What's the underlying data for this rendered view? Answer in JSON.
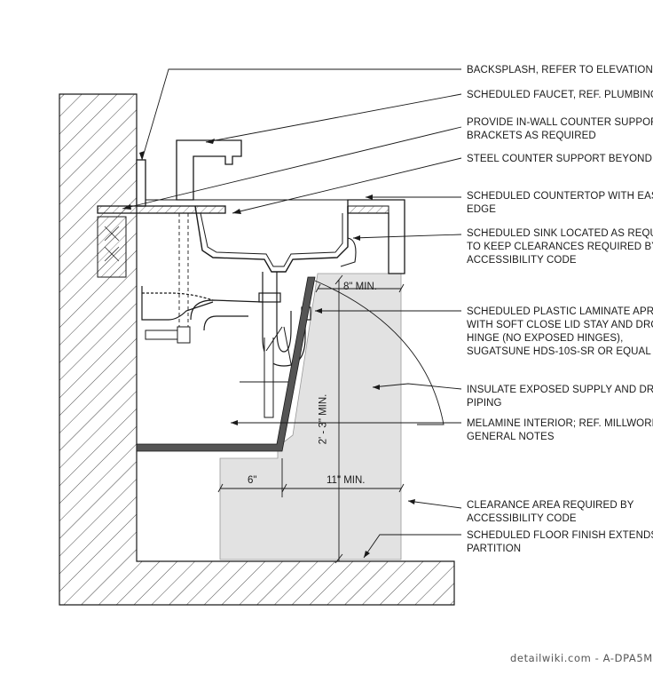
{
  "notes": [
    {
      "text": "BACKSPLASH, REFER TO ELEVATION"
    },
    {
      "text": "SCHEDULED FAUCET, REF. PLUMBING"
    },
    {
      "text": "PROVIDE IN-WALL COUNTER SUPPORT\nBRACKETS AS REQUIRED"
    },
    {
      "text": "STEEL COUNTER SUPPORT BEYOND SINK"
    },
    {
      "text": "SCHEDULED COUNTERTOP WITH EASED\nEDGE"
    },
    {
      "text": "SCHEDULED SINK LOCATED AS REQUIRED\nTO KEEP CLEARANCES REQUIRED BY\nACCESSIBILITY CODE"
    },
    {
      "text": "SCHEDULED PLASTIC LAMINATE APRON\nWITH SOFT CLOSE LID STAY AND DROP\nHINGE (NO EXPOSED HINGES),\nSUGATSUNE HDS-10S-SR OR EQUAL"
    },
    {
      "text": "INSULATE EXPOSED SUPPLY AND DRAIN\nPIPING"
    },
    {
      "text": "MELAMINE INTERIOR; REF. MILLWORK\nGENERAL NOTES"
    },
    {
      "text": "CLEARANCE AREA REQUIRED BY\nACCESSIBILITY CODE"
    },
    {
      "text": "SCHEDULED FLOOR FINISH EXTENDS TO\nPARTITION"
    }
  ],
  "dimensions": {
    "knee_depth": "8\" MIN.",
    "knee_height": "2' - 3\" MIN.",
    "toe_depth": "6\"",
    "toe_clear": "11\" MIN."
  },
  "watermark": "detailwiki.com - A-DPA5M",
  "colors": {
    "line": "#1a1a1a",
    "clearance_fill": "#e2e2e2",
    "apron": "#555555"
  }
}
